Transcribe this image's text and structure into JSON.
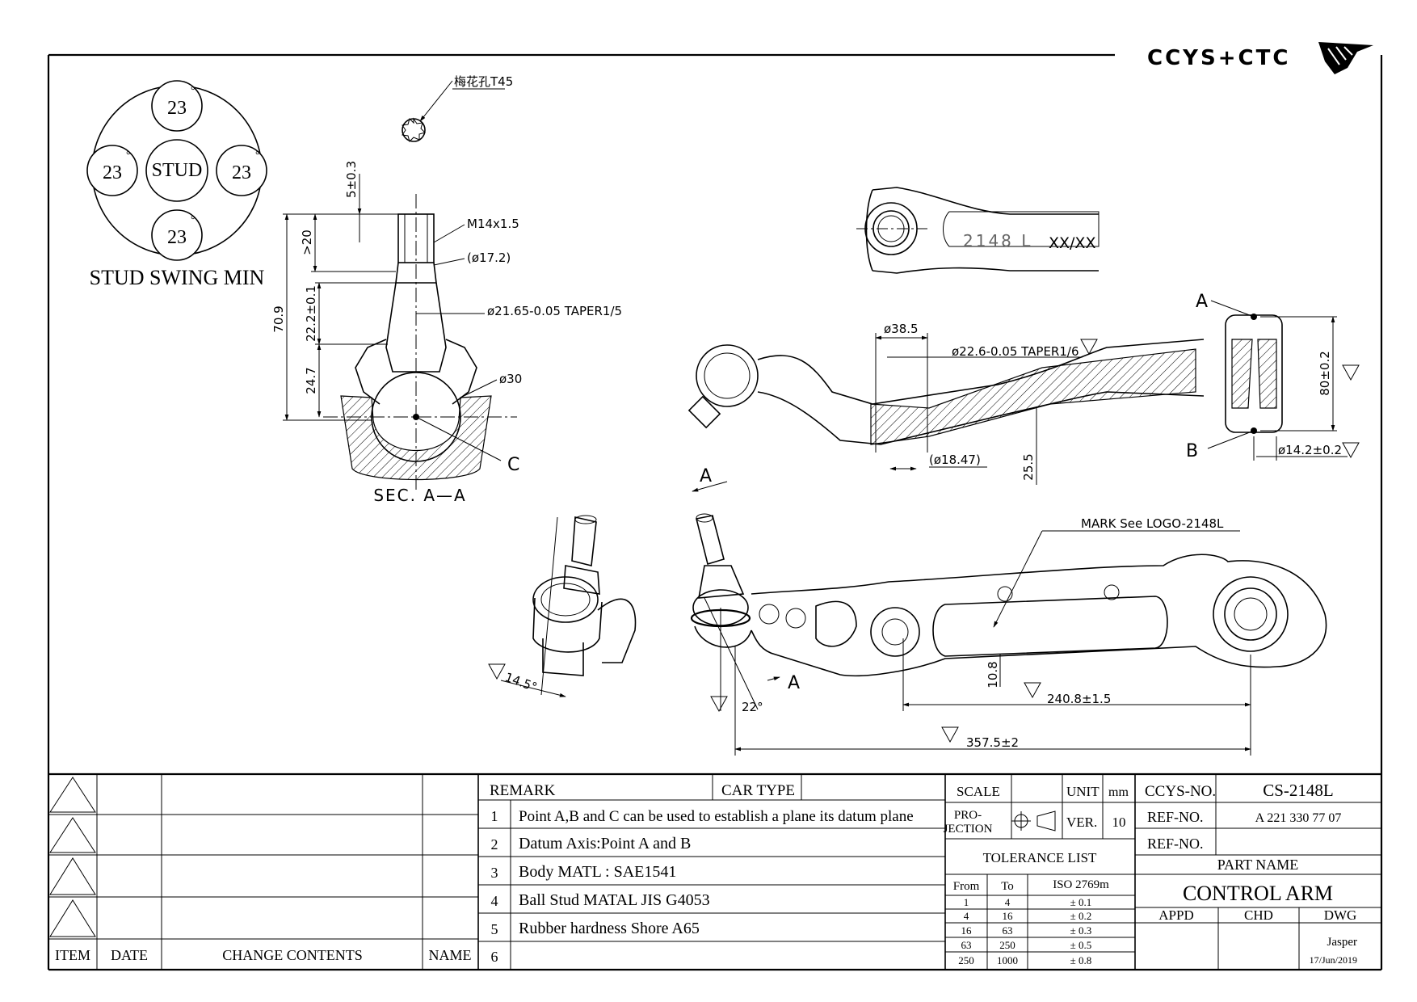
{
  "logo": {
    "text": "CCYS+CTC"
  },
  "stud_swing": {
    "center_label": "STUD",
    "angles": [
      "23",
      "23",
      "23",
      "23"
    ],
    "degree": "°",
    "caption": "STUD SWING MIN"
  },
  "section": {
    "torx_label": "梅花孔T45",
    "dim_5": "5±0.3",
    "dim_20": ">20",
    "dim_70_9": "70.9",
    "dim_22_2": "22.2±0.1",
    "dim_24_7": "24.7",
    "thread": "M14x1.5",
    "dia_17_2": "(ø17.2)",
    "taper": "ø21.65-0.05 TAPER1/5",
    "dia_30": "ø30",
    "point_c": "C",
    "caption": "SEC. A—A"
  },
  "top_view": {
    "mark_text": "2148 L",
    "date_code": "XX/XX"
  },
  "side_view": {
    "dia_38_5": "ø38.5",
    "taper": "ø22.6-0.05 TAPER1/6",
    "dia_18_47": "(ø18.47)",
    "dim_25_5": "25.5",
    "dim_80": "80±0.2",
    "dia_14_2": "ø14.2±0.2",
    "point_a": "A",
    "point_b": "B"
  },
  "plan_view": {
    "mark_note": "MARK See LOGO-2148L",
    "angle_145": "14.5°",
    "angle_22": "22°",
    "dim_10_8": "10.8",
    "dim_240_8": "240.8±1.5",
    "dim_357_5": "357.5±2",
    "point_a1": "A",
    "point_a2": "A"
  },
  "revision_table": {
    "headers": [
      "ITEM",
      "DATE",
      "CHANGE CONTENTS",
      "NAME"
    ]
  },
  "remarks": {
    "header": "REMARK",
    "car_type_label": "CAR TYPE",
    "rows": [
      {
        "num": "1",
        "text": "Point A,B and C can be used to establish a plane its datum plane"
      },
      {
        "num": "2",
        "text": "Datum Axis:Point A and B"
      },
      {
        "num": "3",
        "text": "Body MATL : SAE1541"
      },
      {
        "num": "4",
        "text": "Ball Stud MATAL JIS G4053"
      },
      {
        "num": "5",
        "text": "Rubber hardness Shore A65"
      },
      {
        "num": "6",
        "text": ""
      }
    ]
  },
  "title_block": {
    "scale_label": "SCALE",
    "unit_label": "UNIT",
    "unit_value": "mm",
    "projection_label_1": "PRO-",
    "projection_label_2": "JECTION",
    "ver_label": "VER.",
    "ver_value": "10",
    "tolerance_title": "TOLERANCE LIST",
    "tolerance_headers": [
      "From",
      "To",
      "ISO 2769m"
    ],
    "tolerance_rows": [
      [
        "1",
        "4",
        "± 0.1"
      ],
      [
        "4",
        "16",
        "± 0.2"
      ],
      [
        "16",
        "63",
        "± 0.3"
      ],
      [
        "63",
        "250",
        "± 0.5"
      ],
      [
        "250",
        "1000",
        "± 0.8"
      ]
    ],
    "ccys_no_label": "CCYS-NO.",
    "ccys_no_value": "CS-2148L",
    "ref_no_label_1": "REF-NO.",
    "ref_no_value_1": "A 221 330 77 07",
    "ref_no_label_2": "REF-NO.",
    "ref_no_value_2": "",
    "part_name_label": "PART NAME",
    "part_name": "CONTROL ARM",
    "appd_label": "APPD",
    "chd_label": "CHD",
    "dwg_label": "DWG",
    "dwg_name": "Jasper",
    "dwg_date": "17/Jun/2019"
  }
}
